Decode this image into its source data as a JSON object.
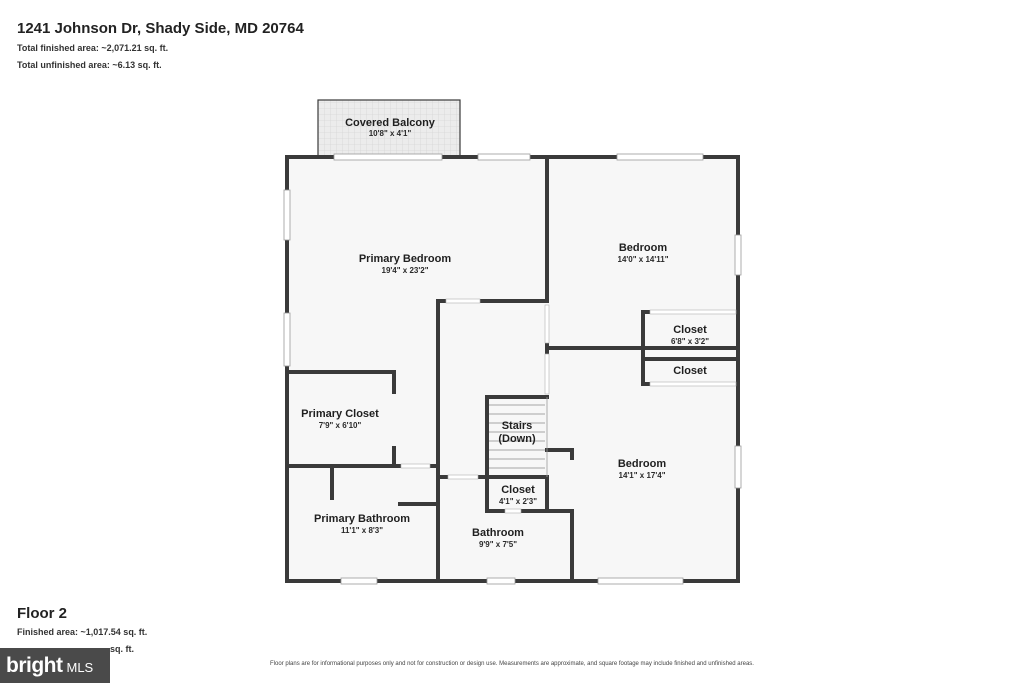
{
  "header": {
    "address": "1241 Johnson Dr, Shady Side, MD 20764",
    "total_finished": "Total finished area: ~2,071.21 sq. ft.",
    "total_unfinished": "Total unfinished area: ~6.13 sq. ft."
  },
  "rooms": {
    "covered_balcony": {
      "name": "Covered Balcony",
      "dims": "10'8\" x 4'1\""
    },
    "primary_bedroom": {
      "name": "Primary Bedroom",
      "dims": "19'4\" x 23'2\""
    },
    "bedroom_1": {
      "name": "Bedroom",
      "dims": "14'0\" x 14'11\""
    },
    "closet_1": {
      "name": "Closet",
      "dims": "6'8\" x 3'2\""
    },
    "closet_2": {
      "name": "Closet"
    },
    "primary_closet": {
      "name": "Primary Closet",
      "dims": "7'9\" x 6'10\""
    },
    "stairs": {
      "name": "Stairs",
      "name2": "(Down)"
    },
    "bedroom_2": {
      "name": "Bedroom",
      "dims": "14'1\" x 17'4\""
    },
    "closet_3": {
      "name": "Closet",
      "dims": "4'1\" x 2'3\""
    },
    "primary_bathroom": {
      "name": "Primary Bathroom",
      "dims": "11'1\" x 8'3\""
    },
    "bathroom": {
      "name": "Bathroom",
      "dims": "9'9\" x 7'5\""
    }
  },
  "floor": {
    "title": "Floor 2",
    "finished": "Finished area: ~1,017.54 sq. ft.",
    "unfinished_partial": "sq. ft."
  },
  "footer": {
    "disclaimer": "Floor plans are for informational purposes only and not for construction or design use. Measurements are approximate, and square footage may include finished and unfinished areas."
  },
  "logo": {
    "brand": "bright",
    "suffix": "MLS"
  },
  "colors": {
    "wall": "#3a3a3a",
    "floor_fill": "#f7f7f7",
    "balcony_fill": "#eaeaea",
    "logo_bg": "#4a4a4a"
  }
}
